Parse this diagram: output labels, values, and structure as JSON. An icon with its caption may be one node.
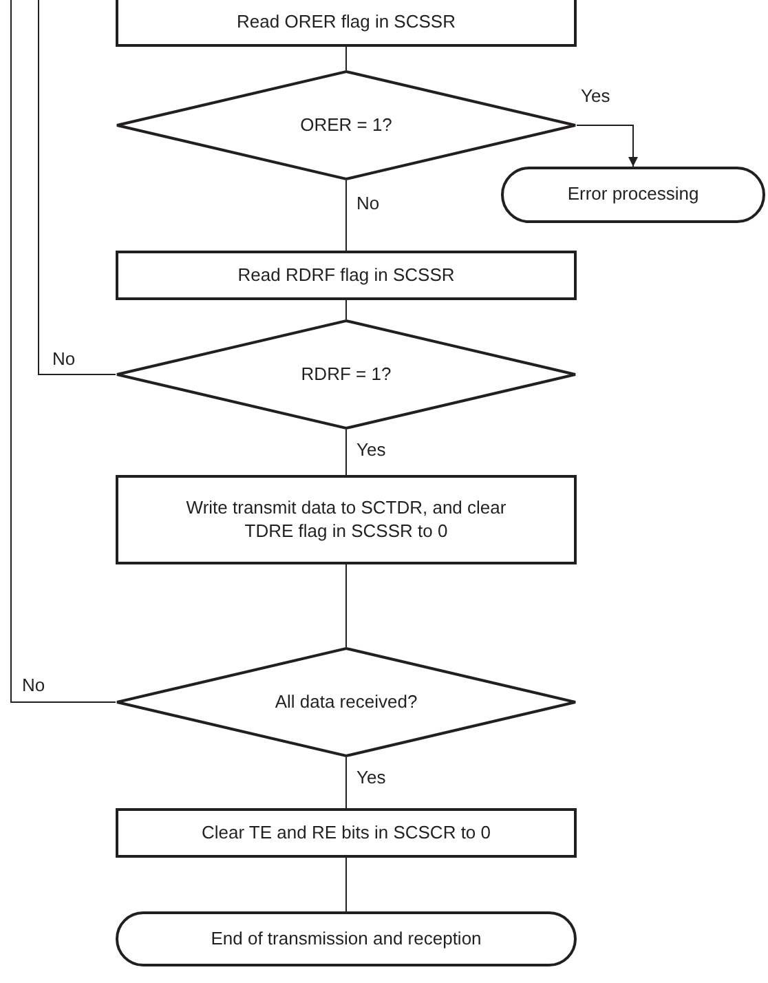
{
  "diagram": {
    "nodes": [
      {
        "text": [
          "Read ORER flag in SCSSR"
        ]
      },
      {
        "text": [
          "ORER = 1?"
        ]
      },
      {
        "text": [
          "Error processing"
        ]
      },
      {
        "text": [
          "Read RDRF flag in SCSSR"
        ]
      },
      {
        "text": [
          "RDRF = 1?"
        ]
      },
      {
        "text": [
          "Write transmit data to SCTDR, and clear TDRE flag in SCSSR to 0"
        ]
      },
      {
        "text": [
          "All data received?"
        ]
      },
      {
        "text": [
          "Clear TE and RE bits in SCSCR to 0"
        ]
      },
      {
        "text": [
          "End of transmission and reception"
        ]
      }
    ],
    "edges": [
      {
        "from": 0,
        "to": 1,
        "arrow": "none"
      },
      {
        "from": 1,
        "to": 2,
        "arrow": "to",
        "label": "Yes"
      },
      {
        "from": 1,
        "to": 3,
        "arrow": "none",
        "label": "No"
      },
      {
        "from": 3,
        "to": 4,
        "arrow": "none"
      },
      {
        "from": 4,
        "to": null,
        "arrow": "none",
        "label": "No"
      },
      {
        "from": 4,
        "to": 5,
        "arrow": "none",
        "label": "Yes"
      },
      {
        "from": 5,
        "to": 6,
        "arrow": "none"
      },
      {
        "from": 6,
        "to": null,
        "arrow": "none",
        "label": "No"
      },
      {
        "from": 6,
        "to": 7,
        "arrow": "none",
        "label": "Yes"
      },
      {
        "from": 7,
        "to": 8,
        "arrow": "none"
      }
    ]
  }
}
